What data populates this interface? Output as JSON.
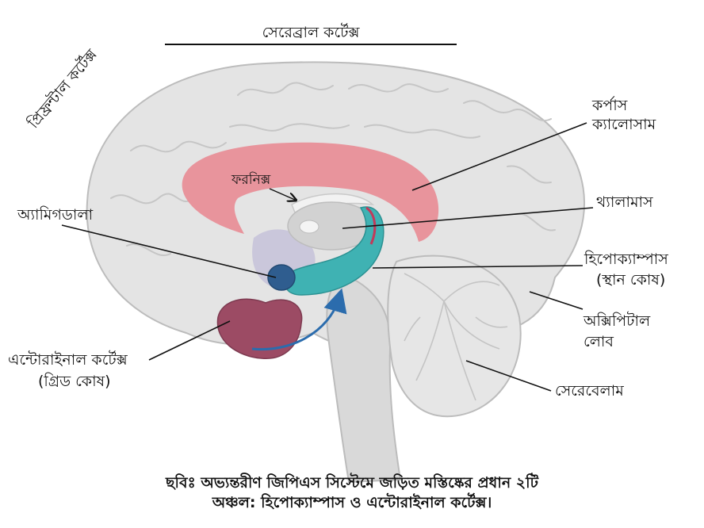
{
  "labels": {
    "cerebral_cortex": "সেরেব্রাল কর্টেক্স",
    "prefrontal_cortex": "প্রিফ্রন্টাল কর্টেক্স",
    "corpus_callosum_line1": "কর্পাস",
    "corpus_callosum_line2": "ক্যালোসাম",
    "fornix": "ফরনিক্স",
    "thalamus": "থ্যালামাস",
    "amygdala": "অ্যামিগডালা",
    "hippocampus_line1": "হিপোক্যাম্পাস",
    "hippocampus_line2": "(স্থান কোষ)",
    "occipital_line1": "অক্সিপিটাল",
    "occipital_line2": "লোব",
    "entorhinal_line1": "এন্টোরাইনাল কর্টেক্স",
    "entorhinal_line2": "(গ্রিড কোষ)",
    "cerebellum": "সেরেবেলাম"
  },
  "caption": {
    "line1": "ছবিঃ অভ্যন্তরীণ জিপিএস সিস্টেমে জড়িত মস্তিষ্কের প্রধান ২টি",
    "line2": "অঞ্চল: হিপোক্যাম্পাস ও এন্টোরাইনাল কর্টেক্স।"
  },
  "colors": {
    "brain": "#e4e4e4",
    "brain_outline": "#bcbcbc",
    "corpus_callosum": "#e8949c",
    "hippocampus": "#3fb2b3",
    "amygdala": "#2f5d8f",
    "entorhinal": "#9c4b64",
    "thalamus": "#d2d2d2",
    "arrow": "#2b6cad"
  }
}
